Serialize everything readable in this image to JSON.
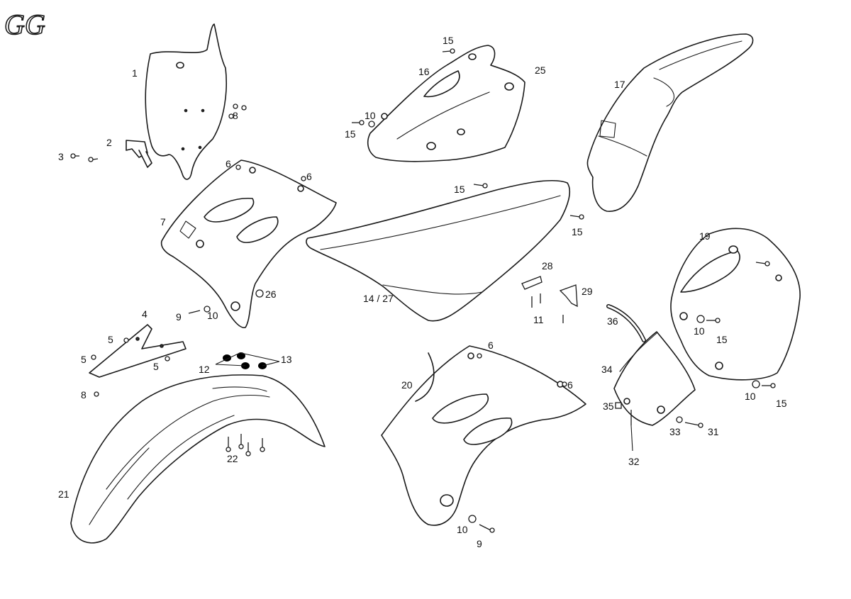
{
  "logo": {
    "text": "GG"
  },
  "labels": {
    "p1": "1",
    "p2": "2",
    "p3": "3",
    "p4": "4",
    "p5a": "5",
    "p5b": "5",
    "p5c": "5",
    "p6a": "6",
    "p6b": "6",
    "p6c": "6",
    "p6d": "6",
    "p7": "7",
    "p8a": "8",
    "p8b": "8",
    "p9a": "9",
    "p9b": "9",
    "p10a": "10",
    "p10b": "10",
    "p10c": "10",
    "p10d": "10",
    "p10e": "10",
    "p11": "11",
    "p12": "12",
    "p13": "13",
    "p14": "14 / 27",
    "p15a": "15",
    "p15b": "15",
    "p15c": "15",
    "p15d": "15",
    "p15e": "15",
    "p15f": "15",
    "p16": "16",
    "p17": "17",
    "p19": "19",
    "p20": "20",
    "p21": "21",
    "p22": "22",
    "p25": "25",
    "p26": "26",
    "p28": "28",
    "p29": "29",
    "p31": "31",
    "p32": "32",
    "p33": "33",
    "p34": "34",
    "p35": "35",
    "p36": "36"
  }
}
